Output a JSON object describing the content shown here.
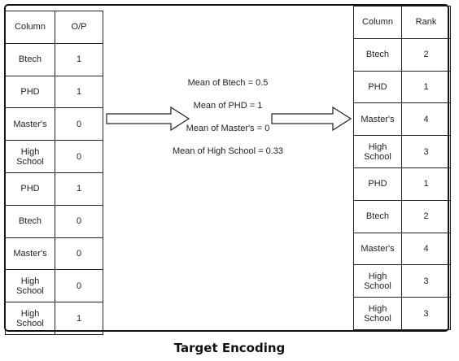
{
  "left_table": {
    "headers": [
      "Column",
      "O/P"
    ],
    "rows": [
      [
        "Btech",
        "1"
      ],
      [
        "PHD",
        "1"
      ],
      [
        "Master's",
        "0"
      ],
      [
        "High\nSchool",
        "0"
      ],
      [
        "PHD",
        "1"
      ],
      [
        "Btech",
        "0"
      ],
      [
        "Master's",
        "0"
      ],
      [
        "High\nSchool",
        "0"
      ],
      [
        "High\nSchool",
        "1"
      ]
    ]
  },
  "means": [
    "Mean of Btech = 0.5",
    "Mean of PHD = 1",
    "Mean of Master's = 0",
    "Mean of High School = 0.33"
  ],
  "right_table": {
    "headers": [
      "Column",
      "Rank"
    ],
    "rows": [
      [
        "Btech",
        "2"
      ],
      [
        "PHD",
        "1"
      ],
      [
        "Master's",
        "4"
      ],
      [
        "High\nSchool",
        "3"
      ],
      [
        "PHD",
        "1"
      ],
      [
        "Btech",
        "2"
      ],
      [
        "Master's",
        "4"
      ],
      [
        "High\nSchool",
        "3"
      ],
      [
        "High\nSchool",
        "3"
      ]
    ]
  },
  "caption": "Target Encoding"
}
